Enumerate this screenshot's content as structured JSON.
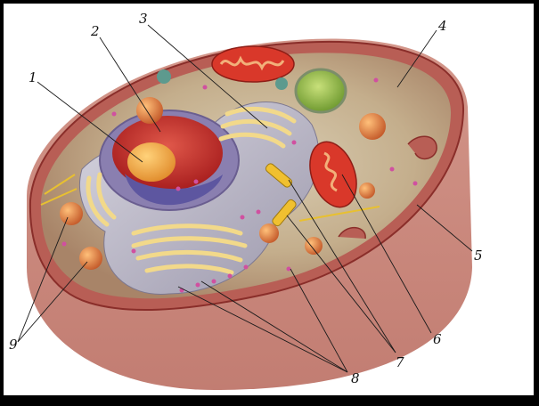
{
  "figure": {
    "labels": [
      {
        "id": "1",
        "text": "1"
      },
      {
        "id": "2",
        "text": "2"
      },
      {
        "id": "3",
        "text": "3"
      },
      {
        "id": "4",
        "text": "4"
      },
      {
        "id": "5",
        "text": "5"
      },
      {
        "id": "6",
        "text": "6"
      },
      {
        "id": "7",
        "text": "7"
      },
      {
        "id": "8",
        "text": "8"
      },
      {
        "id": "9",
        "text": "9"
      }
    ]
  },
  "colors": {
    "frame_background": "#000000",
    "panel_background": "#ffffff",
    "membrane_outer": "#c98a7e",
    "cytoplasm": "#c7b596",
    "nucleus": "#c8302a",
    "nucleolus": "#f0a23a",
    "mitochondrion": "#d9382a",
    "golgi": "#f2d98a",
    "er": "#b9b6c4",
    "vacuole": "#8fb64a",
    "leader_lines": "#1a1a1a"
  },
  "icons": [
    "cell-diagram"
  ]
}
